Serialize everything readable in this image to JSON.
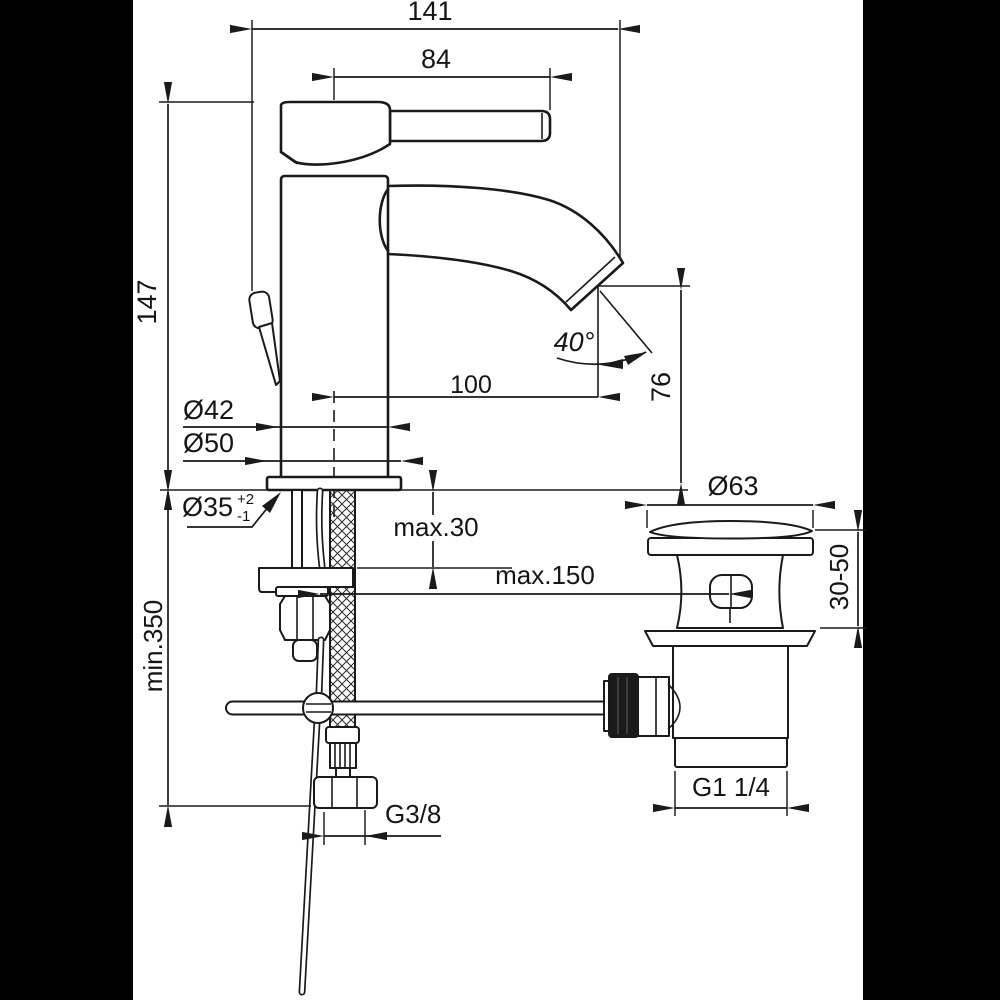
{
  "page": {
    "background_color": "#000000",
    "sheet_color": "#ffffff",
    "line_color": "#1a1a1a",
    "subject": "single-lever basin mixer with pop-up waste - installation drawing"
  },
  "dimensions": {
    "total_width": "141",
    "lever_reach": "84",
    "faucet_height": "147",
    "hose_min_length": "min.350",
    "body_diameter": "Ø42",
    "base_diameter": "Ø50",
    "hole_diameter": "Ø35",
    "hole_tolerance_upper": "+2",
    "hole_tolerance_lower": "-1",
    "deck_max_thickness": "max.30",
    "pull_rod_max_length": "max.150",
    "spout_reach": "100",
    "spout_angle": "40°",
    "outlet_height": "76",
    "waste_cap_diameter": "Ø63",
    "waste_adjust_range": "30-50",
    "waste_thread": "G1 1/4",
    "supply_thread": "G3/8"
  }
}
